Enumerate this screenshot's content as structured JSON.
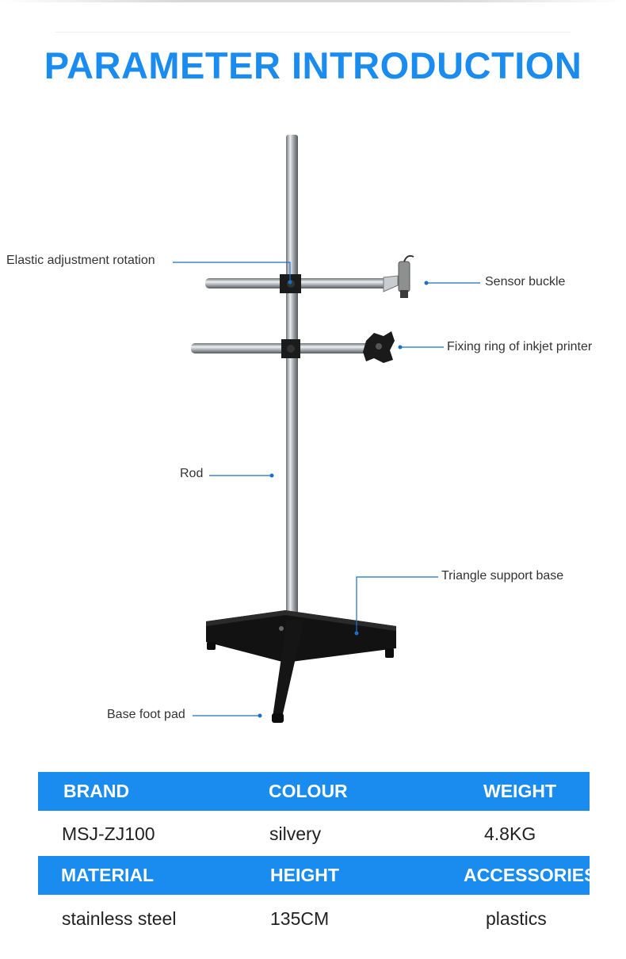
{
  "header": {
    "title": "PARAMETER INTRODUCTION"
  },
  "callouts": {
    "elastic": "Elastic adjustment rotation",
    "sensor": "Sensor buckle",
    "fixing": "Fixing ring of inkjet printer",
    "rod": "Rod",
    "triangle": "Triangle support base",
    "foot": "Base foot pad"
  },
  "table": {
    "header_row_1": [
      "BRAND",
      "COLOUR",
      "WEIGHT"
    ],
    "value_row_1": [
      "MSJ-ZJ100",
      "silvery",
      "4.8KG"
    ],
    "header_row_2": [
      "MATERIAL",
      "HEIGHT",
      "ACCESSORIES"
    ],
    "value_row_2": [
      "stainless steel",
      "135CM",
      "plastics"
    ]
  },
  "colors": {
    "accent": "#1a8cf0",
    "leader": "#1a6fc8",
    "base": "#111111",
    "steel": "#b8bcc2"
  }
}
